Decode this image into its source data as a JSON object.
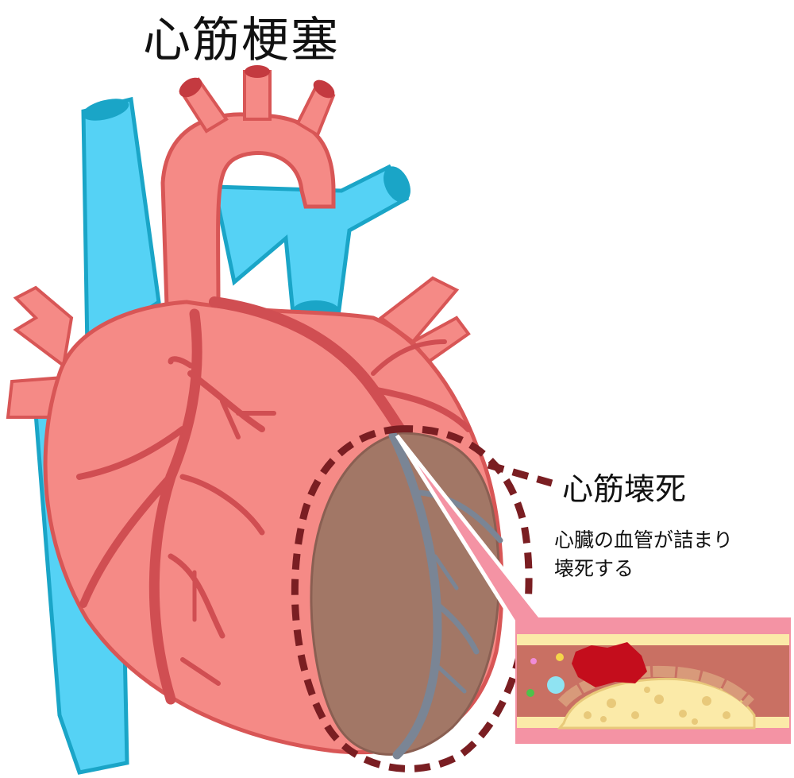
{
  "title": "心筋梗塞",
  "callout": {
    "label": "心筋壊死",
    "description_line1": "心臓の血管が詰まり",
    "description_line2": "壊死する"
  },
  "colors": {
    "heart_fill": "#f58a86",
    "heart_stroke": "#d85656",
    "artery": "#d04e52",
    "vein_fill": "#55d2f5",
    "vein_dark": "#1aa5c7",
    "necrosis_fill": "#a27766",
    "vessel_gray": "#7a8595",
    "dashed_outline": "#7a1e22",
    "plaque": "#fbeaa8",
    "clot": "#c40d1c",
    "vessel_wall": "#f493a4",
    "vessel_lumen": "#c97063"
  }
}
